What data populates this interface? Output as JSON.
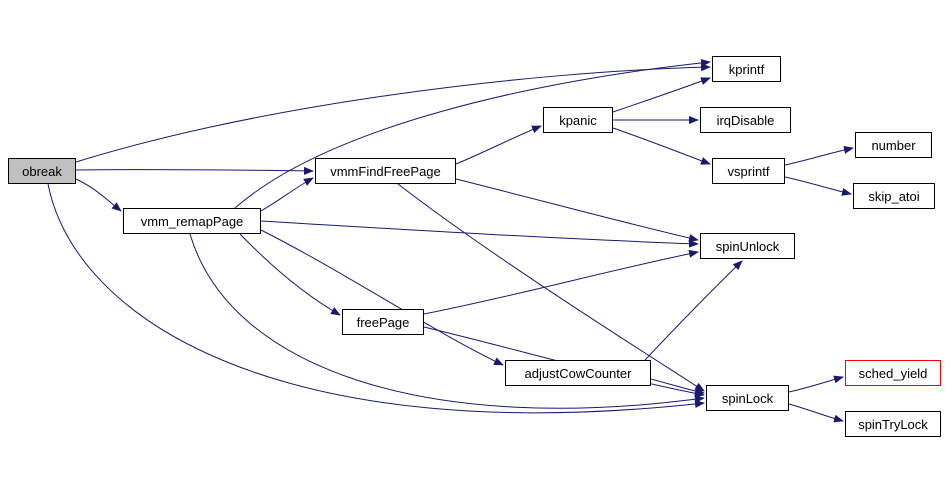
{
  "diagram": {
    "type": "call-graph",
    "background_color": "#ffffff",
    "edge_color": "#191970",
    "node_border_color": "#000000",
    "root_fill_color": "#c0c0c0",
    "truncated_border_color": "#ff0000",
    "nodes": [
      {
        "id": "obreak",
        "label": "obreak",
        "style": "root"
      },
      {
        "id": "vmm_remapPage",
        "label": "vmm_remapPage",
        "style": "normal"
      },
      {
        "id": "vmmFindFreePage",
        "label": "vmmFindFreePage",
        "style": "normal"
      },
      {
        "id": "freePage",
        "label": "freePage",
        "style": "normal"
      },
      {
        "id": "adjustCowCounter",
        "label": "adjustCowCounter",
        "style": "normal"
      },
      {
        "id": "kpanic",
        "label": "kpanic",
        "style": "normal"
      },
      {
        "id": "kprintf",
        "label": "kprintf",
        "style": "normal"
      },
      {
        "id": "irqDisable",
        "label": "irqDisable",
        "style": "normal"
      },
      {
        "id": "vsprintf",
        "label": "vsprintf",
        "style": "normal"
      },
      {
        "id": "number",
        "label": "number",
        "style": "normal"
      },
      {
        "id": "skip_atoi",
        "label": "skip_atoi",
        "style": "normal"
      },
      {
        "id": "spinUnlock",
        "label": "spinUnlock",
        "style": "normal"
      },
      {
        "id": "spinLock",
        "label": "spinLock",
        "style": "normal"
      },
      {
        "id": "sched_yield",
        "label": "sched_yield",
        "style": "truncated"
      },
      {
        "id": "spinTryLock",
        "label": "spinTryLock",
        "style": "normal"
      }
    ],
    "edges": [
      {
        "from": "obreak",
        "to": "kprintf"
      },
      {
        "from": "obreak",
        "to": "vmmFindFreePage"
      },
      {
        "from": "obreak",
        "to": "vmm_remapPage"
      },
      {
        "from": "obreak",
        "to": "spinLock"
      },
      {
        "from": "vmm_remapPage",
        "to": "kprintf"
      },
      {
        "from": "vmm_remapPage",
        "to": "vmmFindFreePage"
      },
      {
        "from": "vmm_remapPage",
        "to": "spinUnlock"
      },
      {
        "from": "vmm_remapPage",
        "to": "freePage"
      },
      {
        "from": "vmm_remapPage",
        "to": "adjustCowCounter"
      },
      {
        "from": "vmm_remapPage",
        "to": "spinLock"
      },
      {
        "from": "vmmFindFreePage",
        "to": "kpanic"
      },
      {
        "from": "vmmFindFreePage",
        "to": "spinUnlock"
      },
      {
        "from": "vmmFindFreePage",
        "to": "spinLock"
      },
      {
        "from": "freePage",
        "to": "spinUnlock"
      },
      {
        "from": "freePage",
        "to": "spinLock"
      },
      {
        "from": "adjustCowCounter",
        "to": "spinUnlock"
      },
      {
        "from": "adjustCowCounter",
        "to": "spinLock"
      },
      {
        "from": "kpanic",
        "to": "kprintf"
      },
      {
        "from": "kpanic",
        "to": "irqDisable"
      },
      {
        "from": "kpanic",
        "to": "vsprintf"
      },
      {
        "from": "vsprintf",
        "to": "number"
      },
      {
        "from": "vsprintf",
        "to": "skip_atoi"
      },
      {
        "from": "spinLock",
        "to": "sched_yield"
      },
      {
        "from": "spinLock",
        "to": "spinTryLock"
      }
    ]
  }
}
